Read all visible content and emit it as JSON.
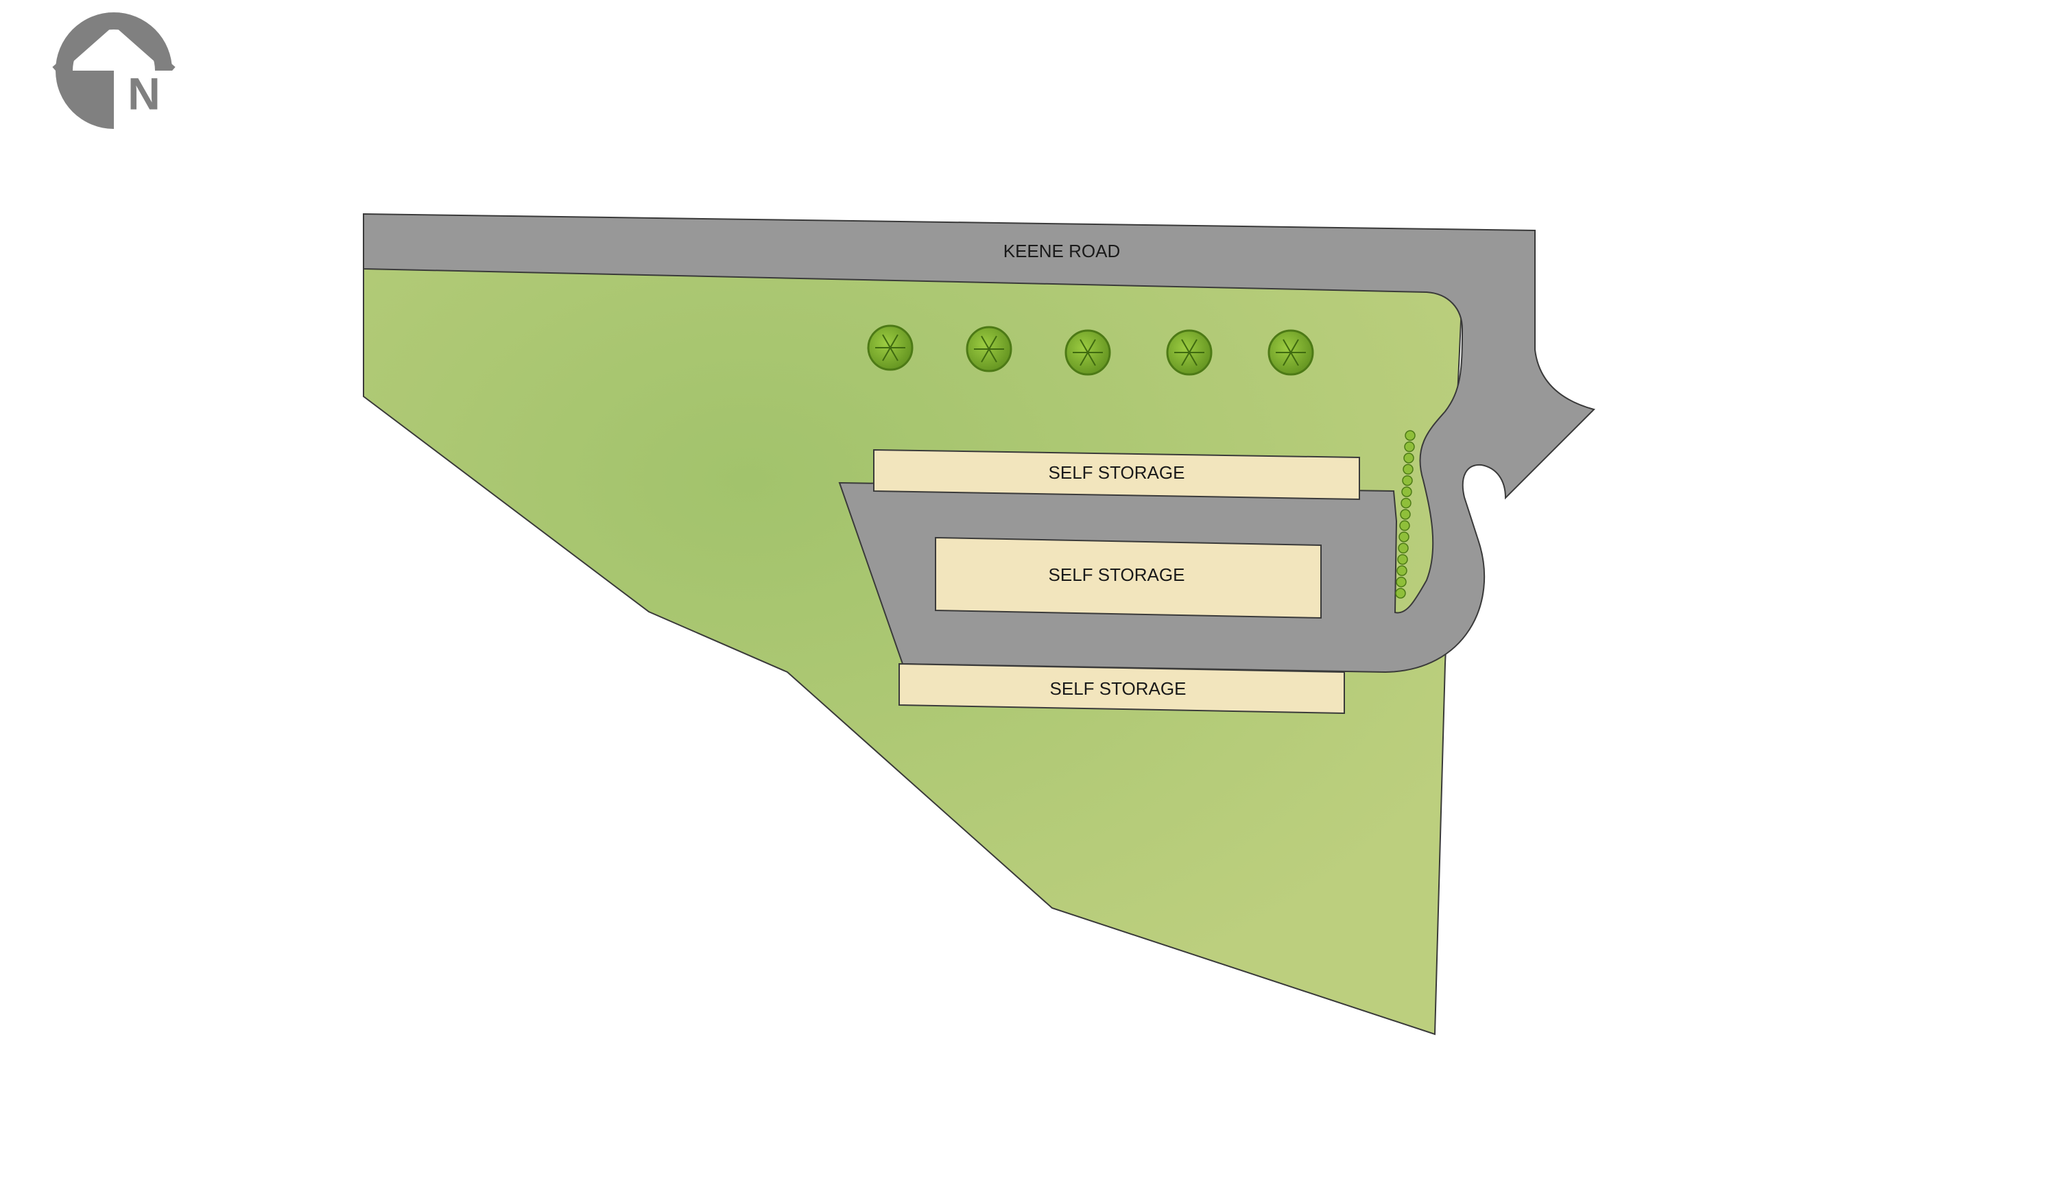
{
  "north_arrow": {
    "label": "N",
    "icon": "north-arrow-icon",
    "color": "#7f7f7f"
  },
  "road": {
    "label": "KEENE ROAD",
    "color": "#989898"
  },
  "parcel": {
    "color_center": "#a4c46d",
    "color_edge": "#bccf7e",
    "outline": "#3a3a3a"
  },
  "buildings": [
    {
      "label": "SELF STORAGE"
    },
    {
      "label": "SELF STORAGE"
    },
    {
      "label": "SELF STORAGE"
    }
  ],
  "building_color": "#f2e5bd",
  "trees": {
    "icon": "tree-icon",
    "count": 5,
    "color": "#7cad2c"
  },
  "hedge": {
    "icon": "shrub-row-icon",
    "count": 15,
    "color": "#8fbf3a"
  }
}
